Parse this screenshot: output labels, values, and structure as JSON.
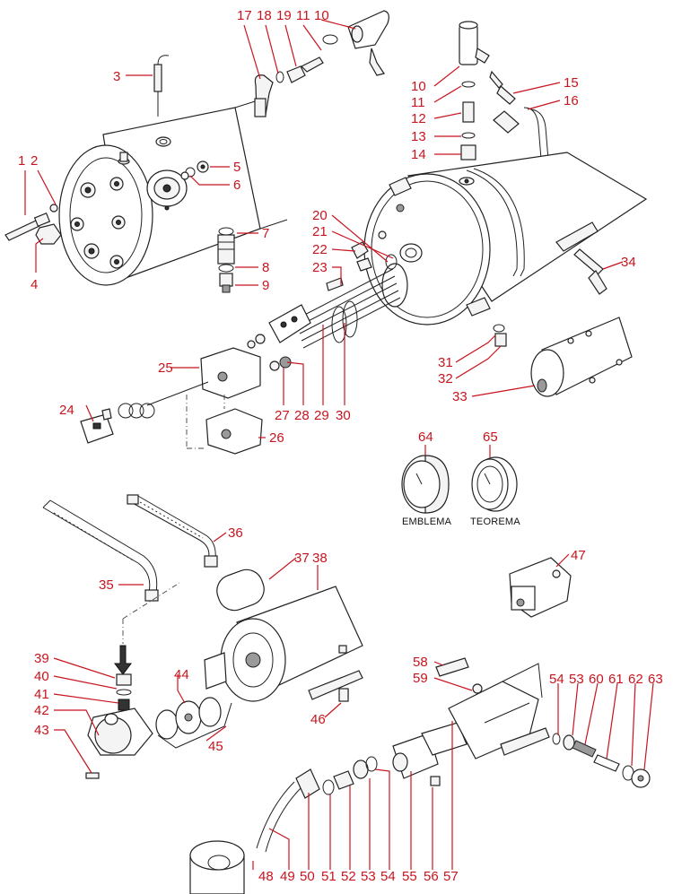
{
  "accent_color": "#c8141e",
  "gauges": [
    {
      "number": "64",
      "caption": "EMBLEMA"
    },
    {
      "number": "65",
      "caption": "TEOREMA"
    }
  ],
  "callouts": {
    "n1": "1",
    "n2": "2",
    "n3": "3",
    "n4": "4",
    "n5": "5",
    "n6": "6",
    "n7": "7",
    "n8": "8",
    "n9": "9",
    "n10a": "10",
    "n10b": "10",
    "n11a": "11",
    "n11b": "11",
    "n12": "12",
    "n13": "13",
    "n14": "14",
    "n15": "15",
    "n16": "16",
    "n17": "17",
    "n18": "18",
    "n19": "19",
    "n20": "20",
    "n21": "21",
    "n22": "22",
    "n23": "23",
    "n24": "24",
    "n25": "25",
    "n26": "26",
    "n27": "27",
    "n28": "28",
    "n29": "29",
    "n30": "30",
    "n31": "31",
    "n32": "32",
    "n33": "33",
    "n34": "34",
    "n35": "35",
    "n36": "36",
    "n37": "37",
    "n38": "38",
    "n39": "39",
    "n40": "40",
    "n41": "41",
    "n42": "42",
    "n43": "43",
    "n44": "44",
    "n45": "45",
    "n46": "46",
    "n47": "47",
    "n48": "48",
    "n49": "49",
    "n50": "50",
    "n51": "51",
    "n52": "52",
    "n53": "53",
    "n54a": "54",
    "n54b": "54",
    "n55": "55",
    "n56": "56",
    "n57": "57",
    "n58": "58",
    "n59": "59",
    "n60": "60",
    "n61": "61",
    "n62": "62",
    "n63": "63"
  }
}
